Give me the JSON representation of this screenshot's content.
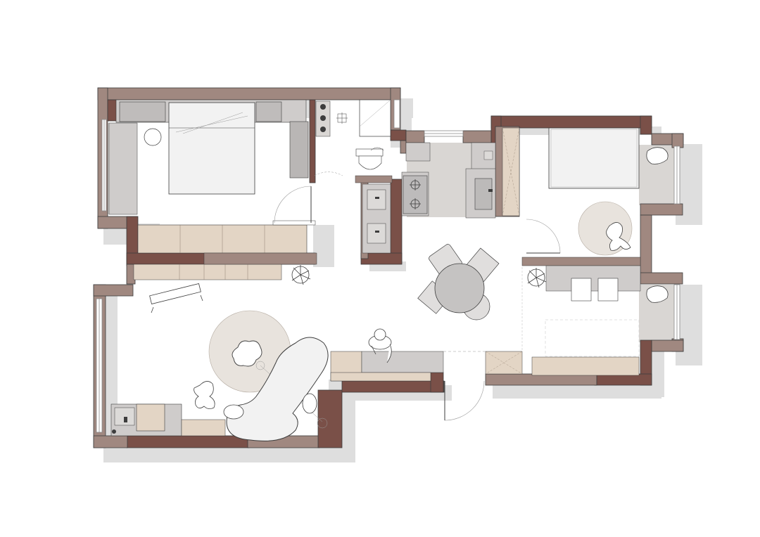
{
  "drawing": {
    "type": "architectural-floor-plan",
    "rendered_text": [],
    "palette": {
      "background": "#ffffff",
      "wall_dark": "#7a5048",
      "wall_taupe": "#a08880",
      "built_in_light": "#e3d5c5",
      "built_in_mid": "#cdb9a5",
      "floor_wet": "#d9d6d3",
      "furniture_grey": "#cfcccb",
      "rug": "#e8e3dd",
      "shadow": "#dedede",
      "outline": "#3d3d3d"
    },
    "rooms": [
      "bedroom-large",
      "bedroom-small",
      "bathroom",
      "kitchen",
      "dining-area",
      "living-room",
      "entry",
      "study-nook"
    ]
  }
}
